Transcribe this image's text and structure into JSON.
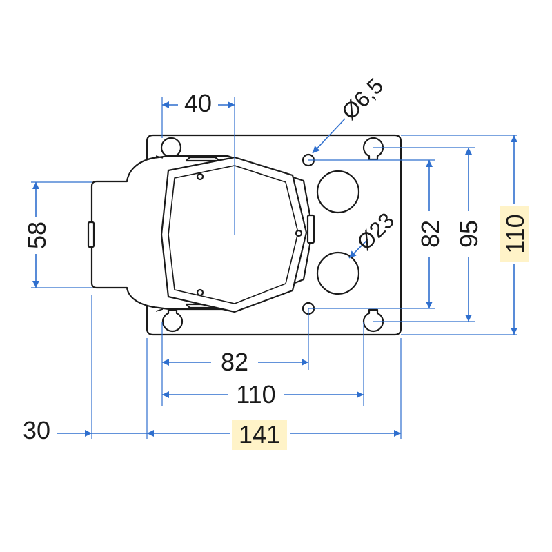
{
  "colors": {
    "dimension_line": "#2f6fce",
    "highlight_fill": "#fff3c8",
    "outline": "#1a1a1a",
    "background": "#ffffff"
  },
  "dimensions": {
    "top_width": "40",
    "hole_diameter": "Ø6,5",
    "big_hole_diameter": "Ø23",
    "left_height": "58",
    "height_82": "82",
    "height_95": "95",
    "height_110": "110",
    "width_82": "82",
    "width_110": "110",
    "width_141": "141",
    "offset_30": "30"
  }
}
